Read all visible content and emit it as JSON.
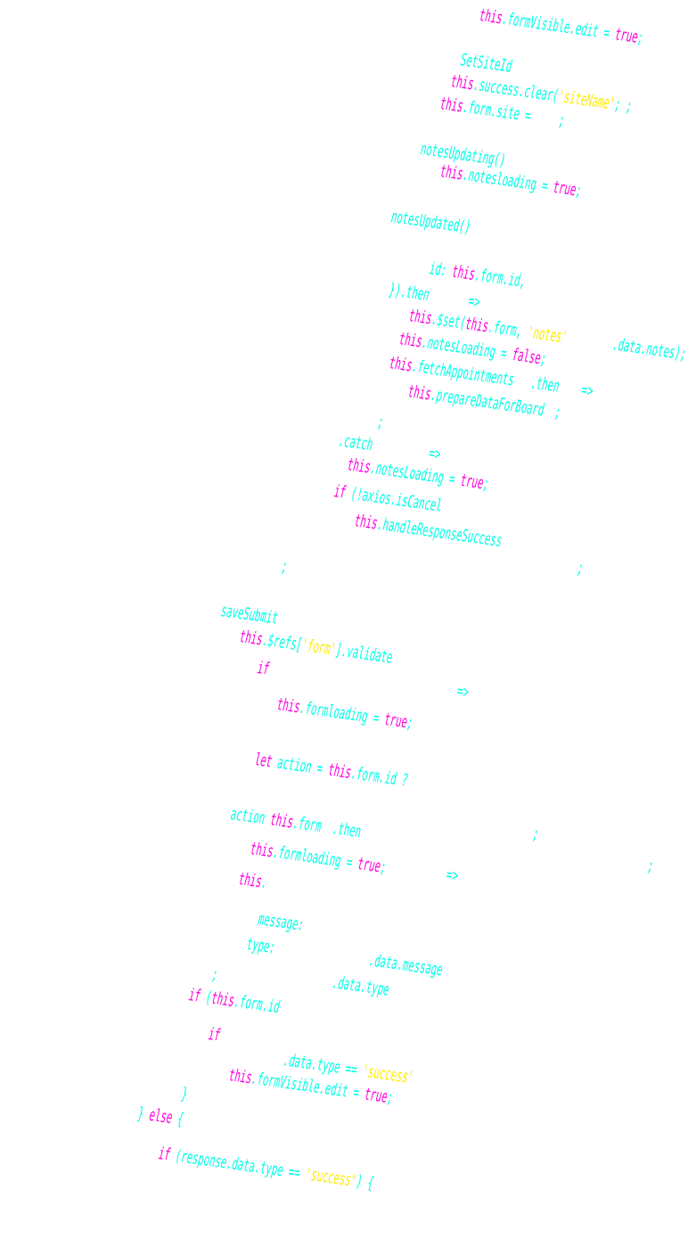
{
  "colors": {
    "cyan": "#00ffe8",
    "magenta": "#ff00e0",
    "yellow": "#ffec00",
    "background": "#ffffff"
  },
  "lines": [
    [
      [
        "m",
        "this"
      ],
      [
        "c",
        ".formVisible.edit = "
      ],
      [
        "m",
        "true"
      ],
      [
        "c",
        ";"
      ]
    ],
    [
      [
        "c",
        "SetSiteId"
      ]
    ],
    [
      [
        "m",
        "this"
      ],
      [
        "c",
        ".success.clear("
      ],
      [
        "y",
        "'siteName'"
      ],
      [
        "c",
        "; ;"
      ]
    ],
    [
      [
        "m",
        "this"
      ],
      [
        "c",
        ".form.site =     ;"
      ]
    ],
    [
      [
        "c",
        "notesUpdating()"
      ]
    ],
    [
      [
        "m",
        "this"
      ],
      [
        "c",
        ".notesloading = "
      ],
      [
        "m",
        "true"
      ],
      [
        "c",
        ";"
      ]
    ],
    [
      [
        "c",
        "notesUpdated()"
      ]
    ],
    [
      [
        "c",
        "id: "
      ],
      [
        "m",
        "this"
      ],
      [
        "c",
        ".form.id,"
      ]
    ],
    [
      [
        "c",
        "}).then       =>"
      ]
    ],
    [
      [
        "m",
        "this"
      ],
      [
        "c",
        ".$set("
      ],
      [
        "m",
        "this"
      ],
      [
        "c",
        ".form, "
      ],
      [
        "y",
        "'notes'"
      ],
      [
        "c",
        "        .data.notes);"
      ]
    ],
    [
      [
        "m",
        "this"
      ],
      [
        "c",
        ".notesLoading = "
      ],
      [
        "m",
        "false"
      ],
      [
        "c",
        ";"
      ]
    ],
    [
      [
        "m",
        "this"
      ],
      [
        "c",
        ".fetchAppointments   .then    =>"
      ]
    ],
    [
      [
        "m",
        "this"
      ],
      [
        "c",
        ".prepareDataForBoard  ;"
      ]
    ],
    [
      [
        "c",
        ";"
      ]
    ],
    [
      [
        "c",
        ".catch          =>"
      ]
    ],
    [
      [
        "m",
        "this"
      ],
      [
        "c",
        ".notesLoading = "
      ],
      [
        "m",
        "true"
      ],
      [
        "c",
        ";"
      ]
    ],
    [
      [
        "m",
        "if"
      ],
      [
        "c",
        " (!axios.isCancel"
      ]
    ],
    [
      [
        "m",
        "this"
      ],
      [
        "c",
        ".handleResponseSuccess"
      ]
    ],
    [
      [
        "c",
        ";"
      ]
    ],
    [
      [
        "c",
        ";"
      ]
    ],
    [
      [
        "c",
        "saveSubmit"
      ]
    ],
    [
      [
        "m",
        "this"
      ],
      [
        "c",
        ".$refs["
      ],
      [
        "y",
        "'form'"
      ],
      [
        "c",
        "].validate"
      ]
    ],
    [
      [
        "m",
        "if"
      ]
    ],
    [
      [
        "c",
        "=>"
      ]
    ],
    [
      [
        "m",
        "this"
      ],
      [
        "c",
        ".formloading = "
      ],
      [
        "m",
        "true"
      ],
      [
        "c",
        ";"
      ]
    ],
    [
      [
        "m",
        "let"
      ],
      [
        "c",
        " action = "
      ],
      [
        "m",
        "this"
      ],
      [
        "c",
        ".form.id ?"
      ]
    ],
    [
      [
        "c",
        "action "
      ],
      [
        "m",
        "this"
      ],
      [
        "c",
        ".form  .then"
      ]
    ],
    [
      [
        "c",
        ";"
      ]
    ],
    [
      [
        "m",
        "this"
      ],
      [
        "c",
        ".formloading = "
      ],
      [
        "m",
        "true"
      ],
      [
        "c",
        ";"
      ]
    ],
    [
      [
        "c",
        "=>"
      ]
    ],
    [
      [
        "c",
        ";"
      ]
    ],
    [
      [
        "m",
        "this"
      ],
      [
        "c",
        "."
      ]
    ],
    [
      [
        "c",
        "message:"
      ]
    ],
    [
      [
        "c",
        "type:"
      ]
    ],
    [
      [
        "c",
        ".data.message"
      ]
    ],
    [
      [
        "c",
        ".data.type"
      ]
    ],
    [
      [
        "c",
        ";"
      ]
    ],
    [
      [
        "m",
        "if"
      ],
      [
        "c",
        " ("
      ],
      [
        "m",
        "this"
      ],
      [
        "c",
        ".form.id"
      ]
    ],
    [
      [
        "m",
        "if"
      ]
    ],
    [
      [
        "c",
        ".data.type == "
      ],
      [
        "y",
        "'success'"
      ]
    ],
    [
      [
        "m",
        "this"
      ],
      [
        "c",
        ".formVisible.edit = "
      ],
      [
        "m",
        "true"
      ],
      [
        "c",
        ";"
      ]
    ],
    [
      [
        "c",
        "}"
      ]
    ],
    [
      [
        "c",
        "} "
      ],
      [
        "m",
        "else"
      ],
      [
        "c",
        " {"
      ]
    ],
    [
      [
        "m",
        "if"
      ],
      [
        "c",
        " (response.data.type == "
      ],
      [
        "y",
        "'success'"
      ],
      [
        "c",
        ") {"
      ]
    ]
  ]
}
